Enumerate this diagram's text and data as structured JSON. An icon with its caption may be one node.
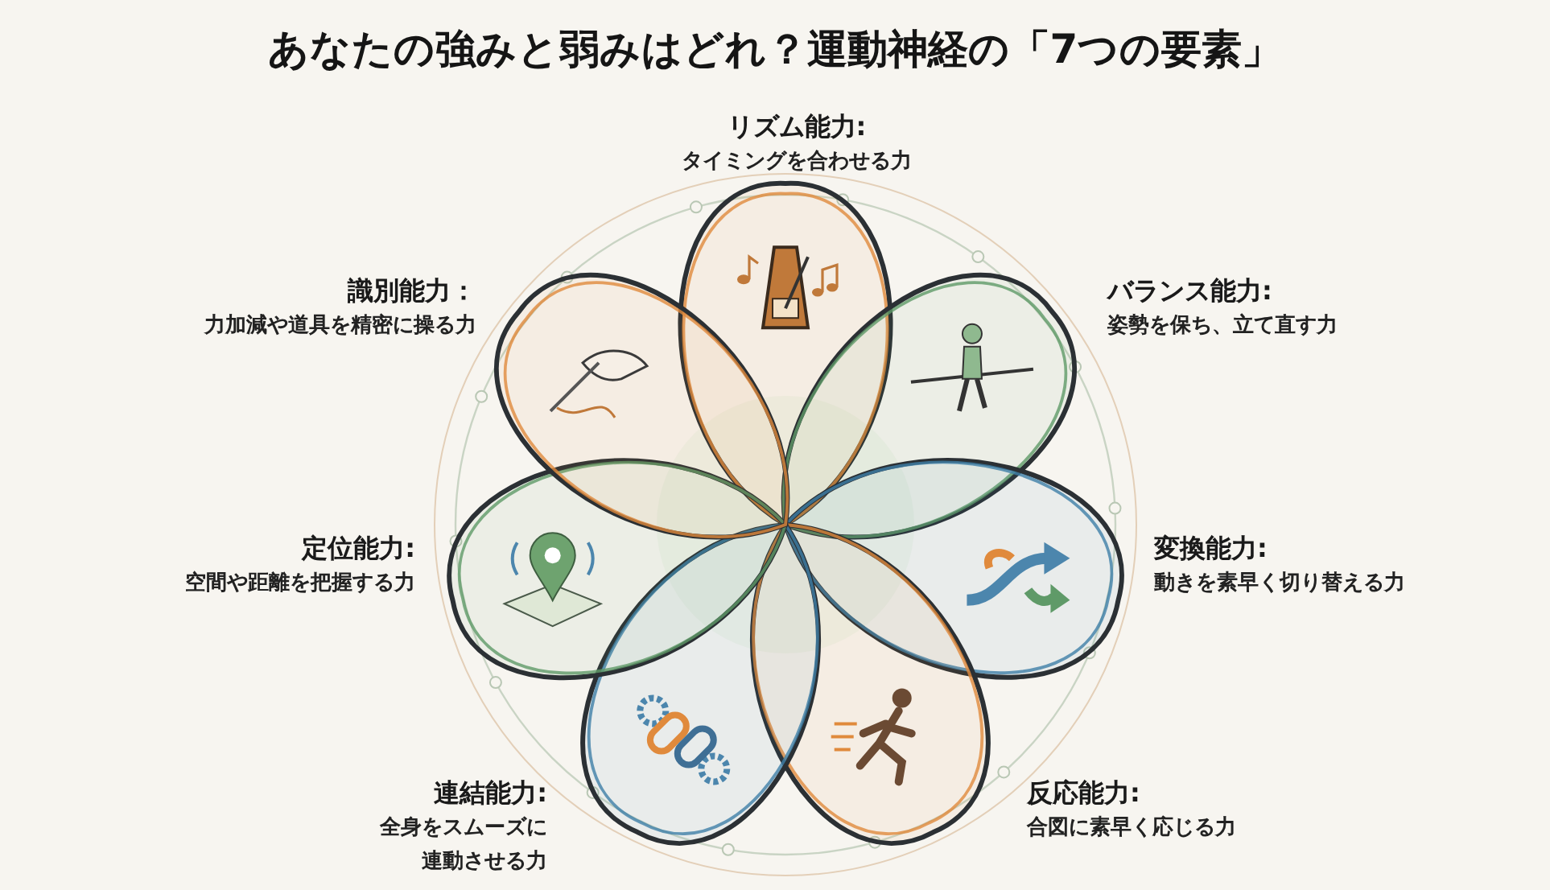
{
  "diagram": {
    "title": "あなたの強みと弱みはどれ？運動神経の「7つの要素」",
    "nodes": [
      {
        "text": [
          "リズム能力:",
          "タイミングを合わせる力"
        ]
      },
      {
        "text": [
          "バランス能力:",
          "姿勢を保ち、立て直す力"
        ]
      },
      {
        "text": [
          "変換能力:",
          "動きを素早く切り替える力"
        ]
      },
      {
        "text": [
          "反応能力:",
          "合図に素早く応じる力"
        ]
      },
      {
        "text": [
          "連結能力:",
          "全身をスムーズに連動させる力"
        ]
      },
      {
        "text": [
          "定位能力:",
          "空間や距離を把握する力"
        ]
      },
      {
        "text": [
          "識別能力：",
          "力加減や道具を精密に操る力"
        ]
      }
    ]
  }
}
